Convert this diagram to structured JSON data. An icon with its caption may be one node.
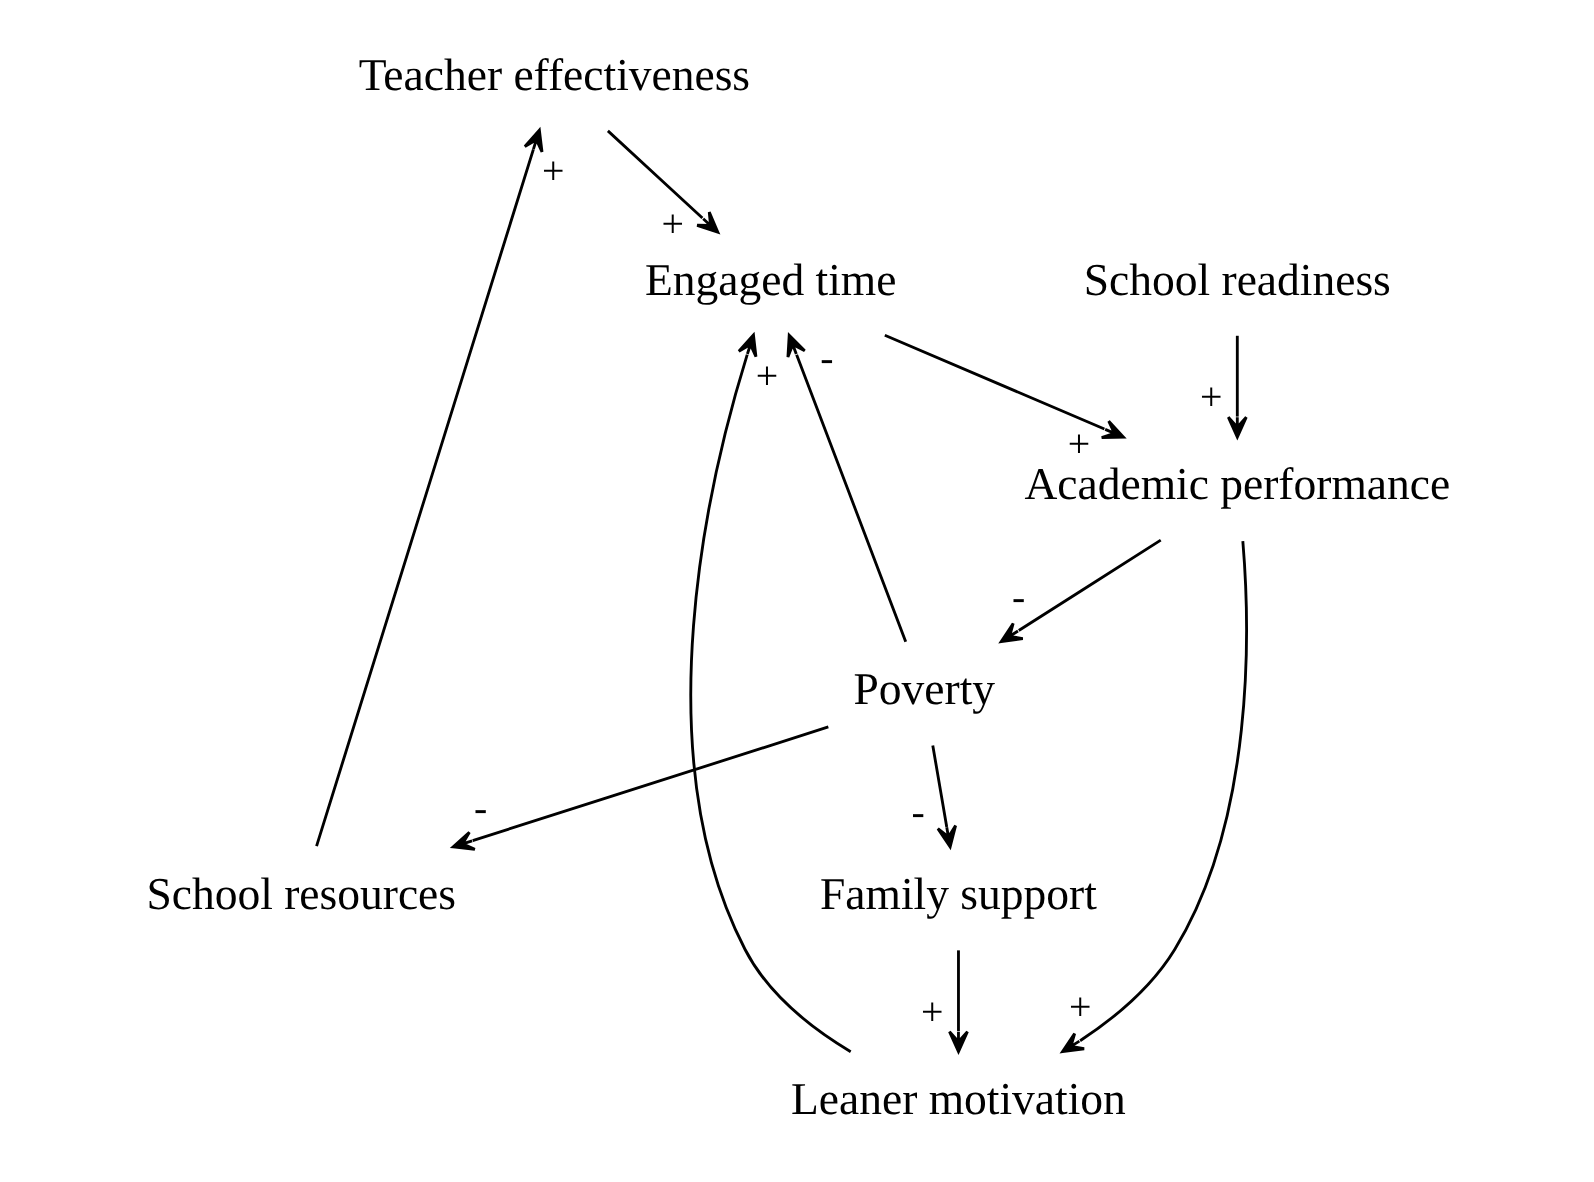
{
  "diagram": {
    "nodes": [
      {
        "text": [
          "Teacher effectiveness"
        ]
      },
      {
        "text": [
          "School resources"
        ]
      },
      {
        "text": [
          "Engaged time"
        ]
      },
      {
        "text": [
          "Academic performance"
        ]
      },
      {
        "text": [
          "Leaner motivation"
        ]
      },
      {
        "text": [
          "School readiness"
        ]
      },
      {
        "text": [
          "Family support"
        ]
      },
      {
        "text": [
          "Poverty"
        ]
      }
    ],
    "edges": [
      {
        "from": 1,
        "to": 0,
        "arrow": "to",
        "label": "+"
      },
      {
        "from": 0,
        "to": 2,
        "arrow": "to",
        "label": "+"
      },
      {
        "from": 2,
        "to": 3,
        "arrow": "to",
        "label": "+"
      },
      {
        "from": 3,
        "to": 4,
        "arrow": "to",
        "label": "+"
      },
      {
        "from": 4,
        "to": 2,
        "arrow": "to",
        "label": "+"
      },
      {
        "from": 5,
        "to": 3,
        "arrow": "to",
        "label": "+"
      },
      {
        "from": 6,
        "to": 4,
        "arrow": "to",
        "label": "+"
      },
      {
        "from": 3,
        "to": 7,
        "arrow": "to",
        "label": "-"
      },
      {
        "from": 7,
        "to": 6,
        "arrow": "to",
        "label": "-"
      },
      {
        "from": 7,
        "to": 2,
        "arrow": "to",
        "label": "-"
      },
      {
        "from": 7,
        "to": 1,
        "arrow": "to",
        "label": "-"
      }
    ]
  }
}
